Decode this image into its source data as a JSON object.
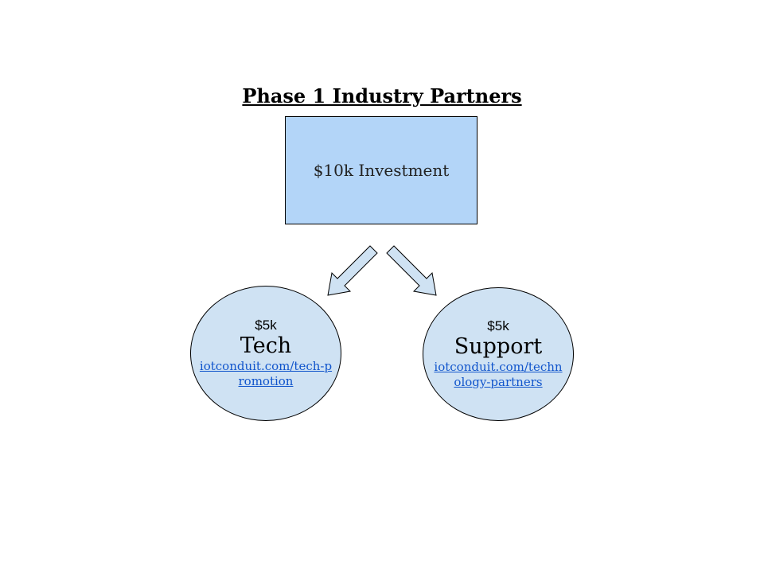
{
  "title": "Phase 1 Industry Partners",
  "investment": {
    "label": "$10k Investment"
  },
  "branches": [
    {
      "amount": "$5k",
      "label": "Tech",
      "link": "iotconduit.com/tech-promotion"
    },
    {
      "amount": "$5k",
      "label": "Support",
      "link": "iotconduit.com/technology-partners"
    }
  ],
  "colors": {
    "box_fill": "#b3d5f8",
    "circle_fill": "#cfe2f3",
    "arrow_fill": "#cfe2f3",
    "link": "#1155cc"
  }
}
